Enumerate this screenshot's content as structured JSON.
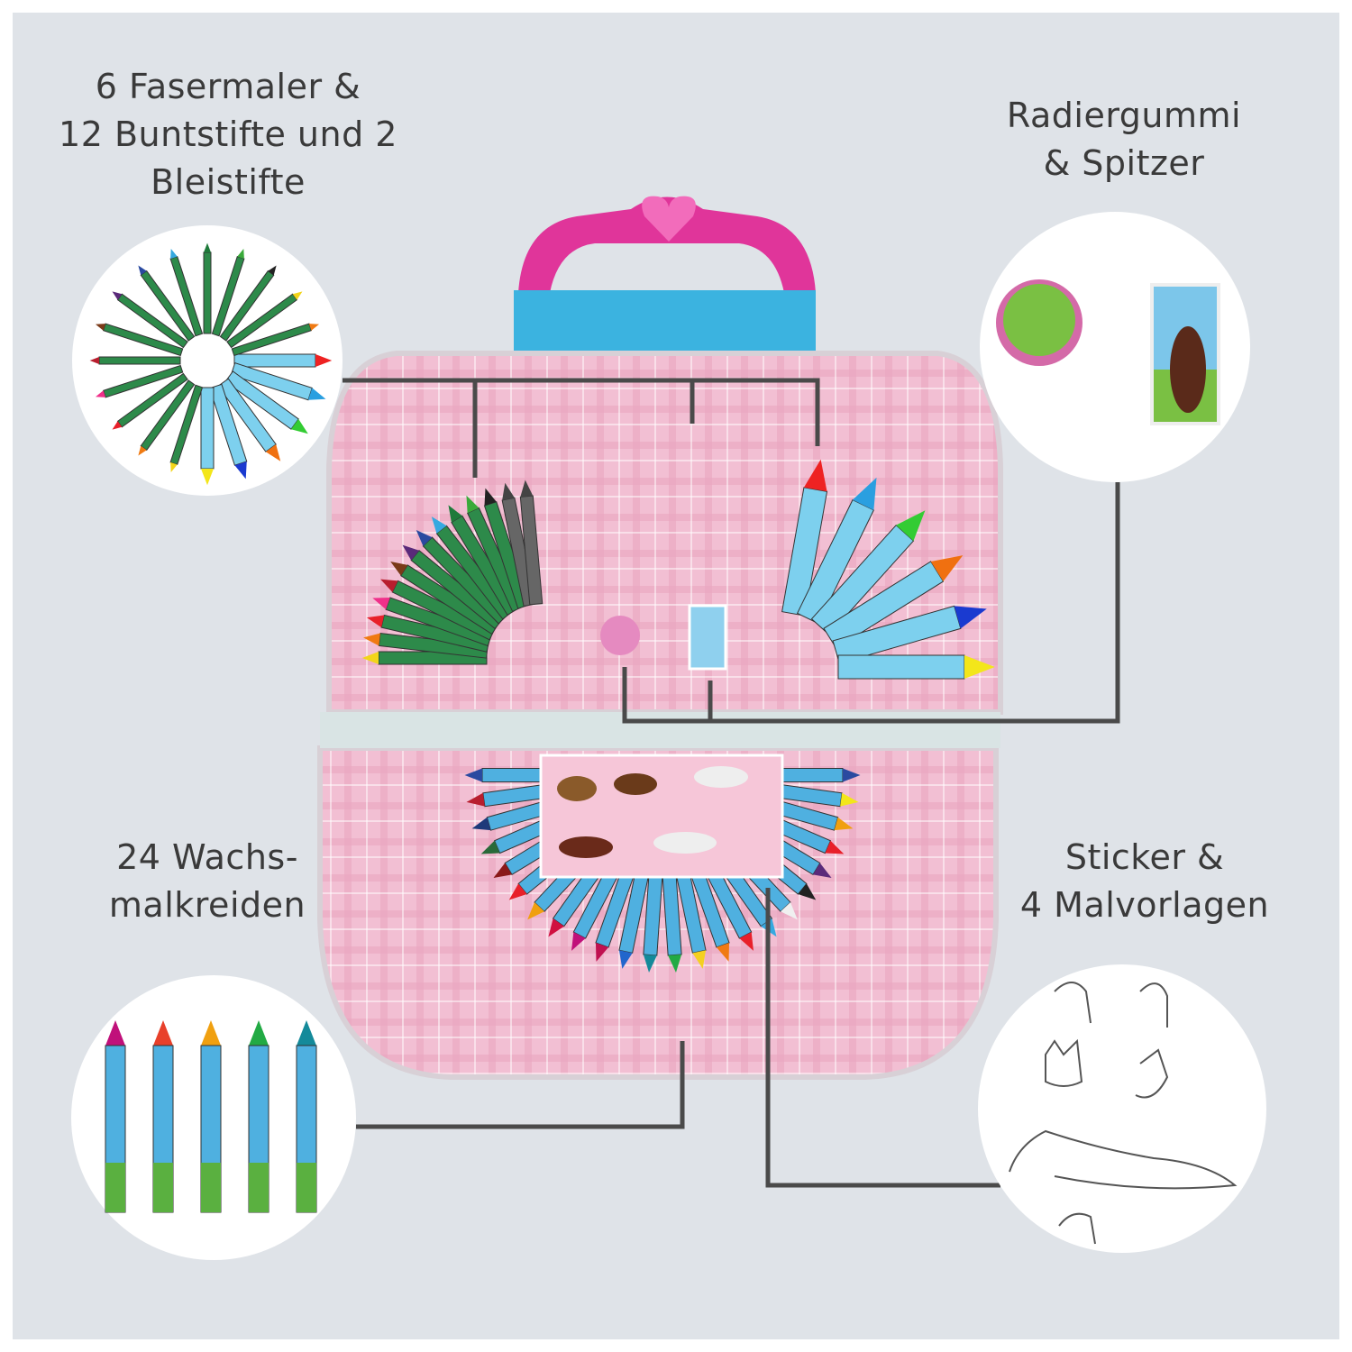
{
  "labels": {
    "markers": [
      "6 Fasermaler &",
      "12 Buntstifte und 2",
      "Bleistifte"
    ],
    "eraser_sharpener": [
      "Radiergummi",
      "& Spitzer"
    ],
    "crayons": [
      "24 Wachs-",
      "malkreiden"
    ],
    "stickers": [
      "Sticker &",
      "4 Malvorlagen"
    ]
  },
  "colors": {
    "background": "#dfe3e8",
    "case_pink": "#f2bfd3",
    "handle_magenta": "#e0359a",
    "lid_blue": "#3bb3e0",
    "connector": "#4a4a4a",
    "pencil_colors": [
      "#f2d51a",
      "#f07a12",
      "#e8202a",
      "#f0308a",
      "#b81e2e",
      "#7a3a18",
      "#5a2a7a",
      "#2a4aa0",
      "#35a9e0",
      "#1e7a3a",
      "#3aaa3a",
      "#222222"
    ],
    "marker_colors": [
      "#e22",
      "#2a9fe0",
      "#3c3",
      "#f07010",
      "#1a3ad0",
      "#f3e61a"
    ],
    "crayon_colors": [
      "#2a4aa0",
      "#b81e2e",
      "#1e3a7a",
      "#2a6a3a",
      "#8a1a1a",
      "#e8202a",
      "#f0a010",
      "#d01040",
      "#c0107a",
      "#c01050",
      "#2266cc",
      "#148a9a",
      "#22aa44",
      "#f4d020",
      "#f07a12",
      "#e8202a",
      "#35a9e0",
      "#f0f0f0",
      "#222",
      "#5a2a7a",
      "#e8202a",
      "#f0a010",
      "#f3e61a",
      "#2a4aa0"
    ]
  }
}
